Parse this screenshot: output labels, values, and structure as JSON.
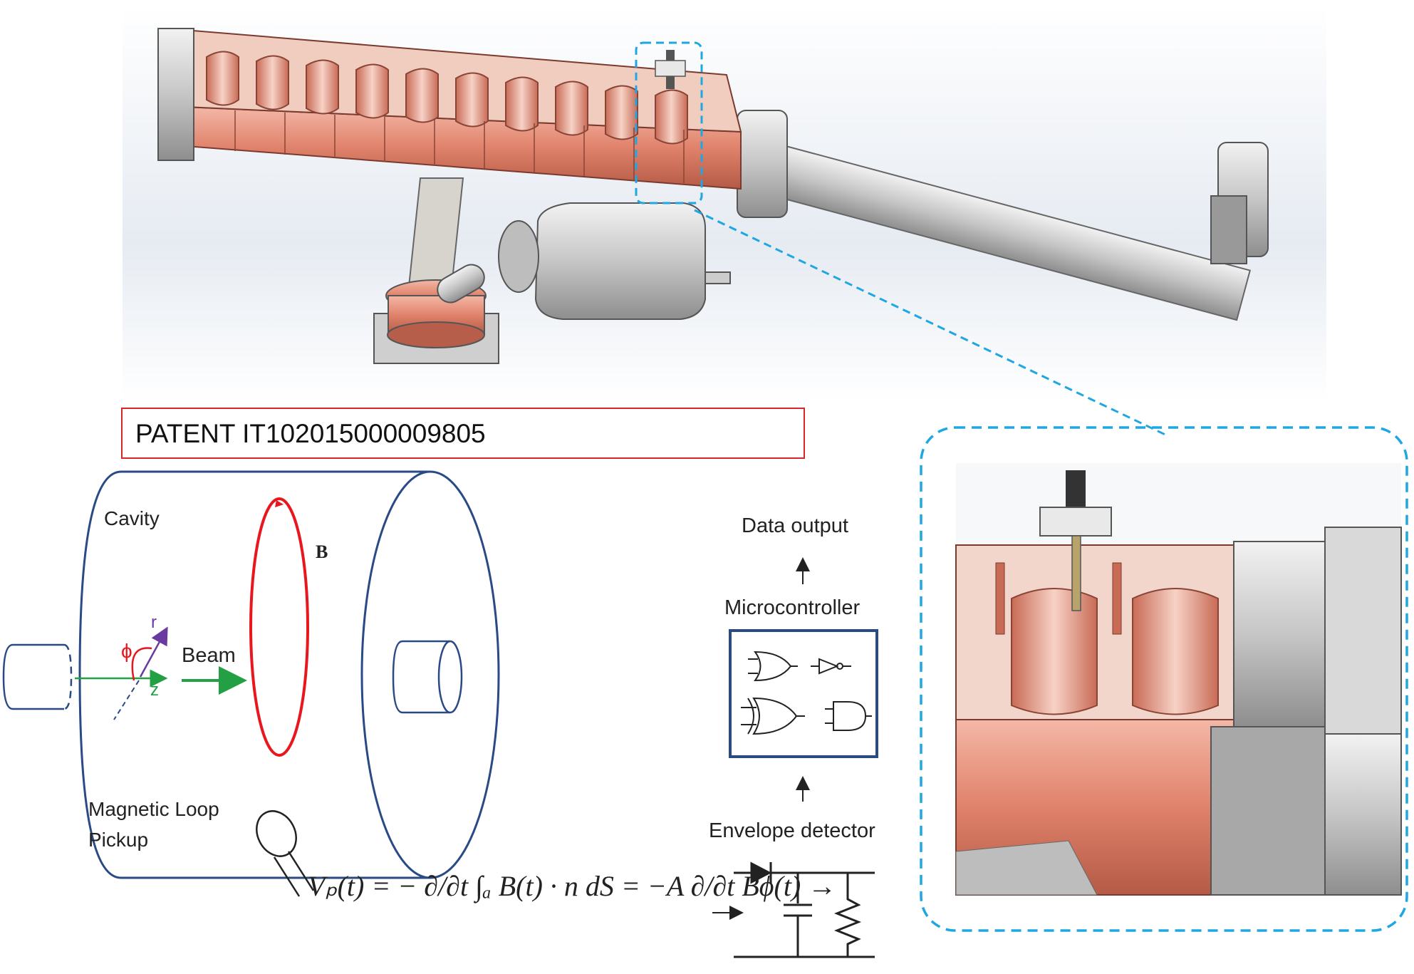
{
  "patent": "PATENT IT102015000009805",
  "cavity_diagram": {
    "cavity_label": "Cavity",
    "field_label": "B",
    "phi_label": "ϕ",
    "r_label": "r",
    "z_label": "z",
    "beam_label": "Beam",
    "pickup_label_line1": "Magnetic Loop",
    "pickup_label_line2": "Pickup"
  },
  "signal_chain": {
    "data_output": "Data output",
    "microcontroller": "Microcontroller",
    "envelope_detector": "Envelope detector"
  },
  "formula": "Vₚ(t) = − ∂/∂t ∫ₐ B(t) · n dS = −A ∂/∂t Bϕ(t) →",
  "colors": {
    "copper": "#e0826b",
    "steel": "#c9c9c9",
    "callout": "#1ea7e1",
    "cavity_outline": "#2a4a86",
    "field_loop": "#e8161d",
    "beam_arrow": "#22a043",
    "patent_border": "#d8242a"
  }
}
